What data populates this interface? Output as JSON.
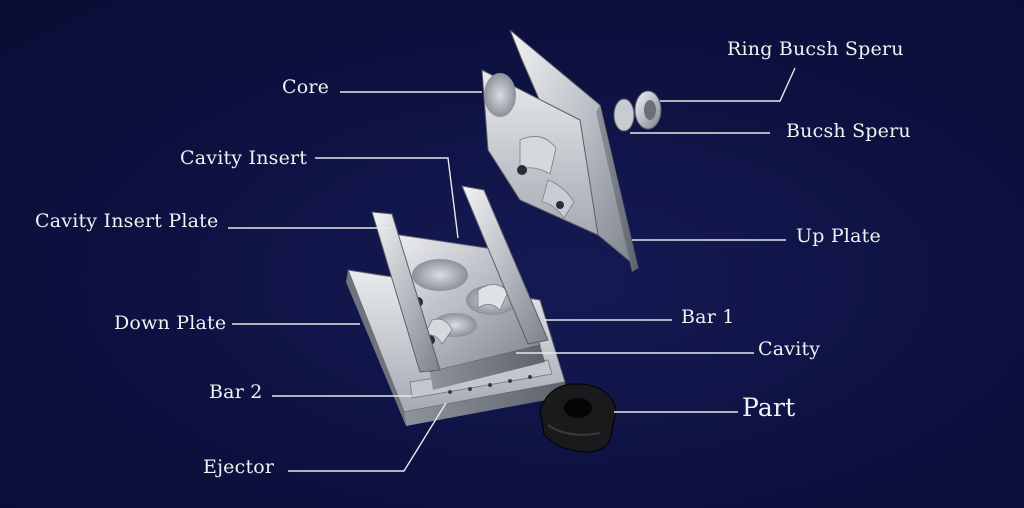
{
  "labels": {
    "ring_bucsh_speru": "Ring Bucsh Speru",
    "core": "Core",
    "bucsh_speru": "Bucsh Speru",
    "cavity_insert": "Cavity Insert",
    "cavity_insert_plate": "Cavity Insert Plate",
    "up_plate": "Up Plate",
    "bar_1": "Bar 1",
    "down_plate": "Down Plate",
    "cavity": "Cavity",
    "bar_2": "Bar 2",
    "part": "Part",
    "ejector": "Ejector"
  },
  "colors": {
    "background": "#0d1140",
    "metal_light": "#e6e8ec",
    "metal_mid": "#aeb2ba",
    "metal_dark": "#6a6e78",
    "part": "#1a1a1c",
    "leader": "#e8e8e8"
  }
}
